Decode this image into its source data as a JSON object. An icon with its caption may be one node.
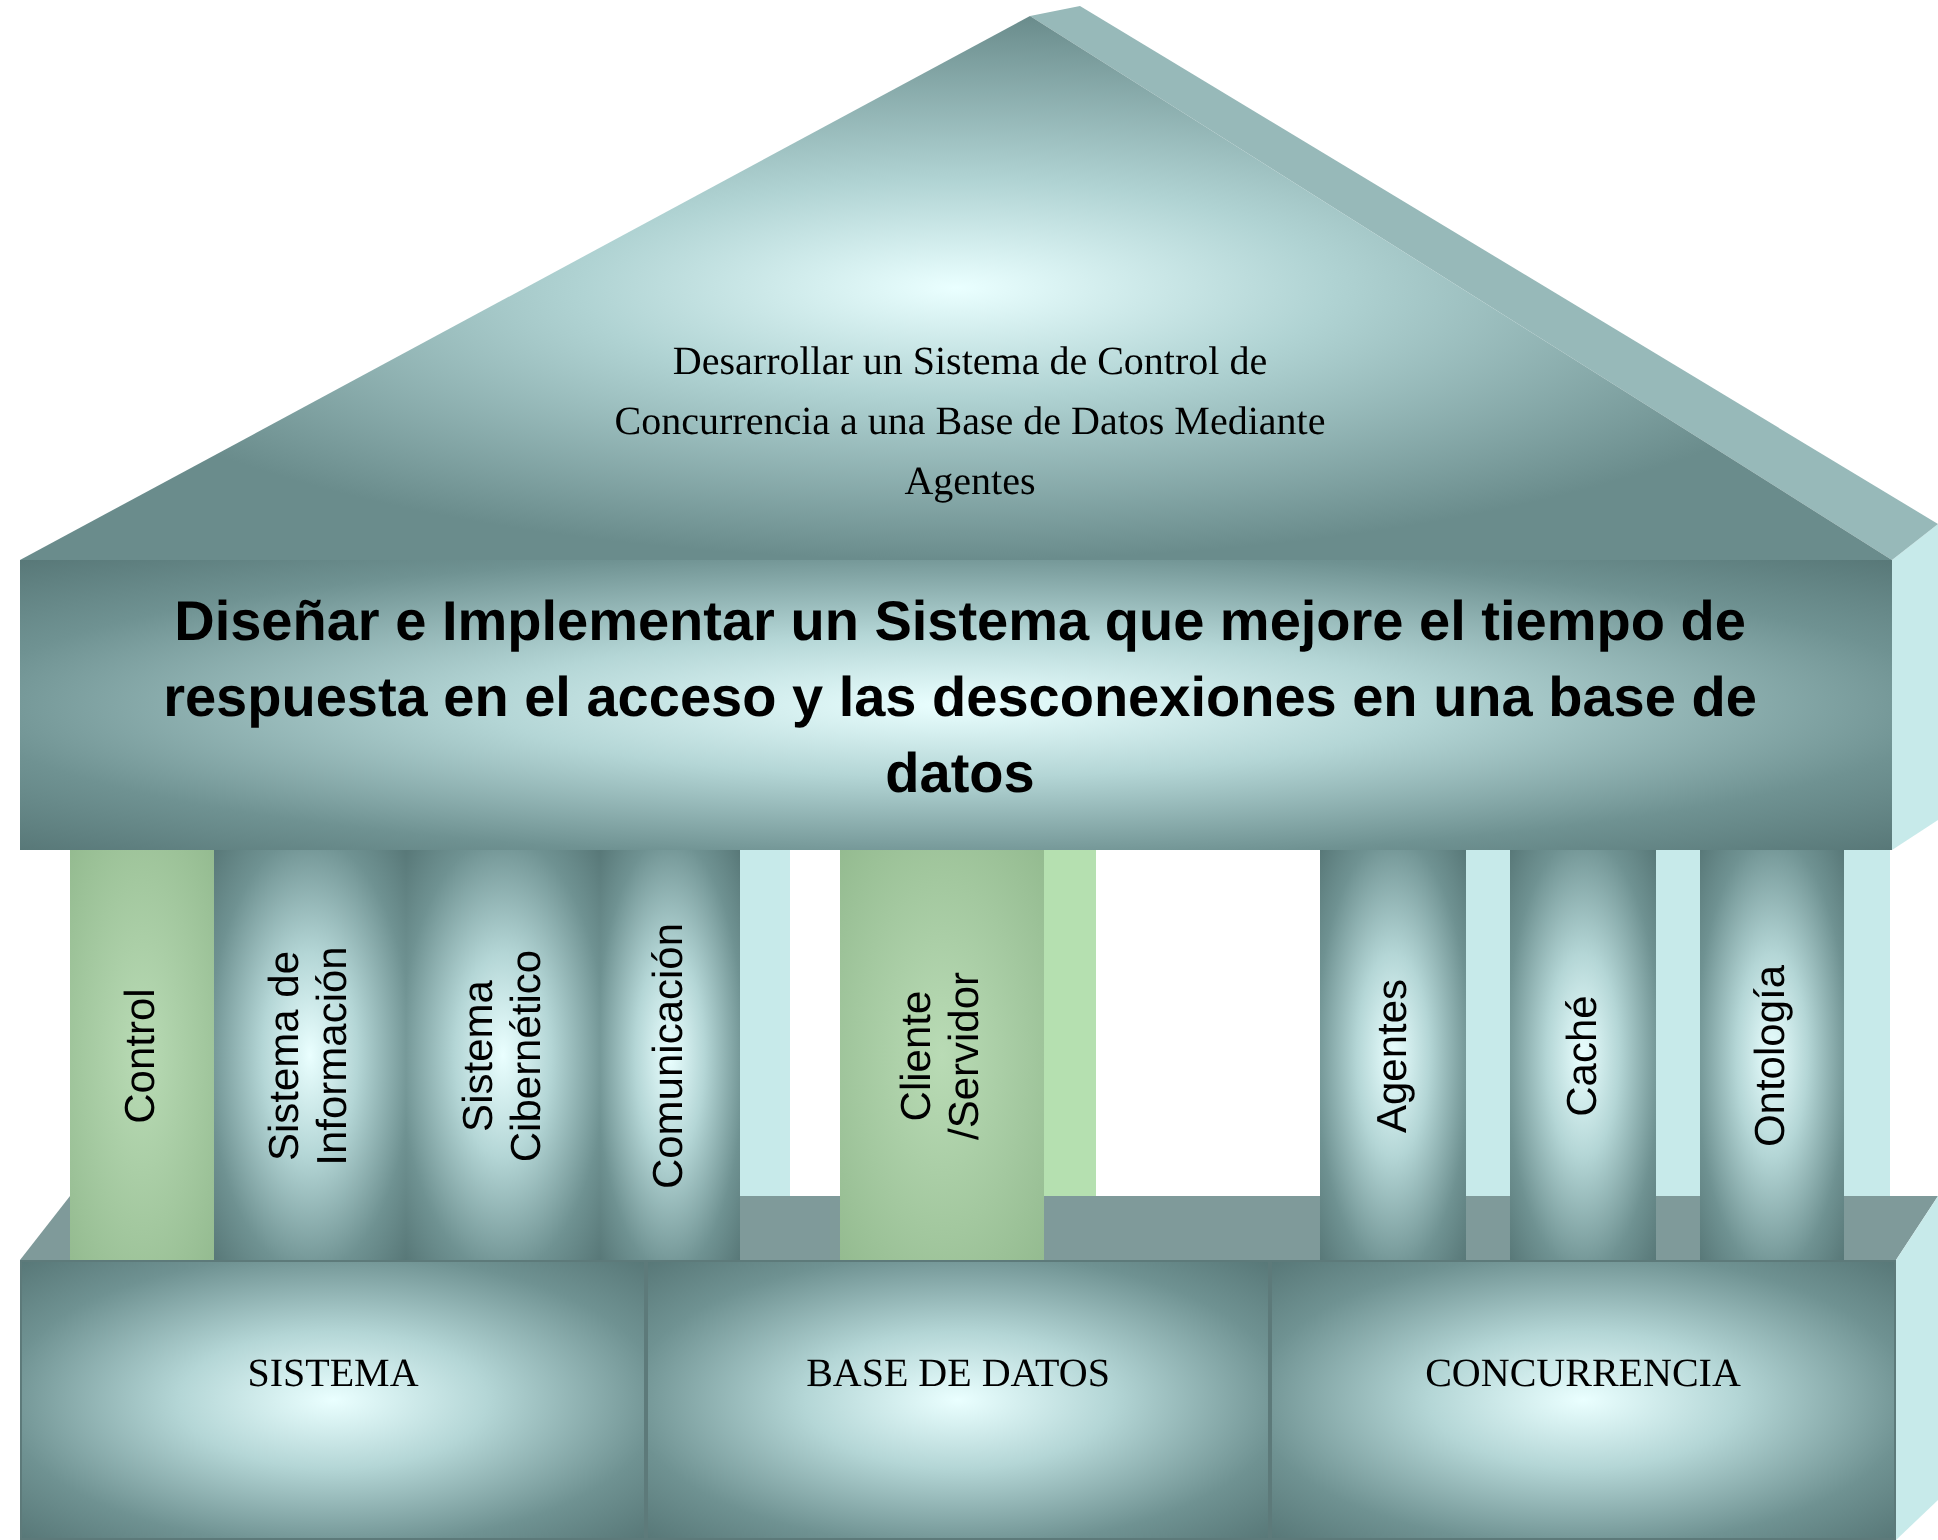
{
  "diagram": {
    "nodes": [
      {
        "text": [
          "Desarrollar un Sistema de Control de Concurrencia a una Base de Datos Mediante Agentes"
        ]
      },
      {
        "text": [
          "Diseñar e Implementar  un Sistema que mejore el tiempo de  respuesta en el acceso y las desconexiones en una base de datos"
        ]
      },
      {
        "text": [
          "Control"
        ]
      },
      {
        "text": [
          "Sistema de Información"
        ]
      },
      {
        "text": [
          "Sistema Cibernético"
        ]
      },
      {
        "text": [
          "Comunicación"
        ]
      },
      {
        "text": [
          "Cliente /Servidor"
        ]
      },
      {
        "text": [
          "Agentes"
        ]
      },
      {
        "text": [
          "Caché"
        ]
      },
      {
        "text": [
          "Ontología"
        ]
      },
      {
        "text": [
          "SISTEMA"
        ]
      },
      {
        "text": [
          "BASE DE DATOS"
        ]
      },
      {
        "text": [
          "CONCURRENCIA"
        ]
      }
    ]
  }
}
